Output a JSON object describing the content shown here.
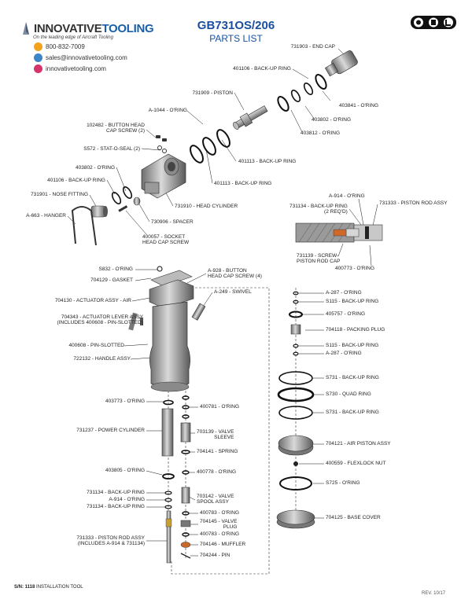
{
  "header": {
    "brand_part1": "INNOVATIVE",
    "brand_part2": "TOOLING",
    "tagline": "On the leading edge of Aircraft Tooling",
    "phone": "800-832-7009",
    "email": "sales@innovativetooling.com",
    "website": "innovativetooling.com",
    "title": "GB731OS/206",
    "subtitle": "PARTS LIST"
  },
  "footer": {
    "sn_label": "S/N:",
    "sn_value": "1118",
    "sn_text": "INSTALLATION TOOL",
    "rev": "REV. 10/17"
  },
  "labels": [
    "731903 - END CAP",
    "401106 - BACK-UP RING",
    "731909 - PISTON",
    "403841 - O'RING",
    "A-1044 - O'RING",
    "403802 - O'RING",
    "403812 - O'RING",
    "102482 - BUTTON HEAD\nCAP SCREW (2)",
    "S572 - STAT-O-SEAL (2)",
    "401113 - BACK-UP RING",
    "403802 - O'RING",
    "401113 - BACK-UP RING",
    "401106 - BACK-UP RING",
    "731901 - NOSE FITTING",
    "731910 - HEAD CYLINDER",
    "A-663 - HANGER",
    "730906 - SPACER",
    "400057 - SOCKET\nHEAD CAP SCREW",
    "A-914 - O'RING",
    "731134 - BACK-UP RING\n(2 REQ'D)",
    "731333 - PISTON ROD ASSY",
    "731139 - SCREW-\nPISTON ROD CAP",
    "400773 - O'RING",
    "S832 - O'RING",
    "704129 - GASKET",
    "A-928 - BUTTON\nHEAD CAP SCREW (4)",
    "A-249 - SWIVEL",
    "704130 - ACTUATOR ASSY - AIR",
    "704343 - ACTUATOR LEVER ASSY\n(INCLUDES 400608 - PIN-SLOTTED)",
    "400608 - PIN-SLOTTED",
    "722132 - HANDLE ASSY",
    "A-287 - O'RING",
    "S115 - BACK-UP RING",
    "405757 - O'RING",
    "704118 - PACKING PLUG",
    "S115 - BACK-UP RING",
    "A-287 - O'RING",
    "S731 - BACK-UP RING",
    "S730 - QUAD RING",
    "S731 - BACK-UP RING",
    "403773 - O'RING",
    "400781 - O'RING",
    "731237 - POWER CYLINDER",
    "703139 - VALVE\nSLEEVE",
    "704141 - SPRING",
    "704121 - AIR PISTON ASSY",
    "400559 - FLEXLOCK NUT",
    "403805 - O'RING",
    "400778 - O'RING",
    "S725 - O'RING",
    "731134 - BACK-UP RING",
    "A-914 - O'RING",
    "731134 - BACK-UP RING",
    "703142 - VALVE\nSPOOL ASSY",
    "400783 - O'RING",
    "704145 - VALVE\nPLUG",
    "704125 - BASE COVER",
    "731333 - PISTON ROD ASSY\n(INCLUDES A-914 & 731134)",
    "400783 - O'RING",
    "704146 - MUFFLER",
    "704244 - PIN"
  ],
  "colors": {
    "title_blue": "#1a4fa0",
    "phone_icon": "#f4a21c",
    "email_icon": "#3a86c8",
    "web_icon": "#d6336c",
    "muffler": "#c8682a"
  },
  "icons": [
    "phone-icon",
    "email-icon",
    "web-icon",
    "certification-badge-icons"
  ]
}
